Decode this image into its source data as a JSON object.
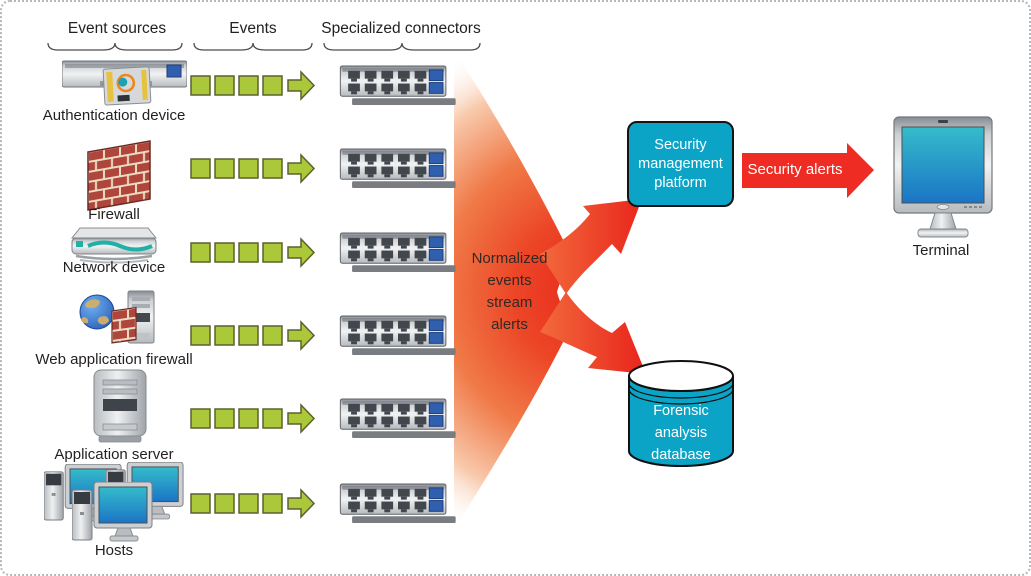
{
  "columns": {
    "event_sources": "Event sources",
    "events": "Events",
    "connectors": "Specialized connectors"
  },
  "rows": [
    {
      "label": "Authentication device",
      "icon": "authentication-device-icon"
    },
    {
      "label": "Firewall",
      "icon": "firewall-icon"
    },
    {
      "label": "Network device",
      "icon": "network-device-icon"
    },
    {
      "label": "Web application firewall",
      "icon": "web-application-firewall-icon"
    },
    {
      "label": "Application server",
      "icon": "application-server-icon"
    },
    {
      "label": "Hosts",
      "icon": "hosts-icon"
    }
  ],
  "stream": {
    "lines": [
      "Normalized",
      "events",
      "stream",
      "alerts"
    ]
  },
  "platform": {
    "label": "Security management platform"
  },
  "alert": {
    "label": "Security alerts"
  },
  "terminal": {
    "label": "Terminal"
  },
  "database": {
    "label": "Forensic analysis database"
  },
  "colors": {
    "teal": "#0ca4c6",
    "alert_red": "#ee2c23",
    "funnel_deep_red": "#e8281c",
    "funnel_orange": "#f07a48",
    "event_green": "#abc83b",
    "event_green_border": "#5c6130",
    "port_blue": "#2f5fae",
    "text": "#231f20"
  }
}
